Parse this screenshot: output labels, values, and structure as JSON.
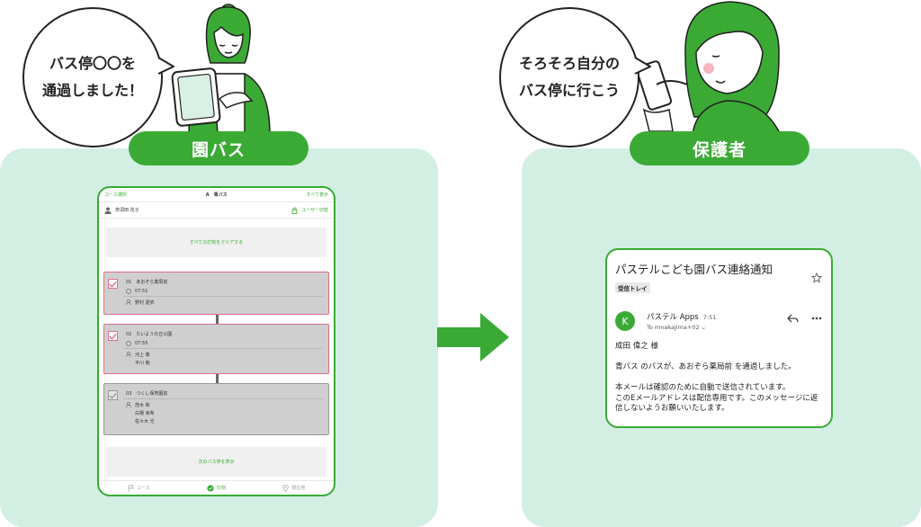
{
  "left": {
    "bubble_lines": [
      "バス停〇〇を",
      "通過しました！"
    ],
    "label": "園バス"
  },
  "right": {
    "bubble_lines": [
      "そろそろ自分の",
      "バス停に行こう"
    ],
    "label": "保護者"
  },
  "tablet": {
    "header_left": "コース選択",
    "header_title": "A　青バス",
    "header_right": "すべて表示",
    "user_name": "奈須田 花子",
    "user_mode": "ユーザー切替",
    "clear_label": "すべての打刻をクリアする",
    "stops": [
      {
        "name": "01　あおぞら薬局前",
        "time": "07:51",
        "children": [
          "野村 愛依"
        ],
        "state": "checked"
      },
      {
        "name": "02　たいようの丘公園",
        "time": "07:55",
        "children": [
          "河上 奏",
          "平川 勉"
        ],
        "state": "checked"
      },
      {
        "name": "03　つくし保育園前",
        "time": "",
        "children": [
          "茂木 和",
          "白場 幸希",
          "佐々木 光"
        ],
        "state": "pending"
      }
    ],
    "next_label": "次のバス停を表示",
    "tabs": [
      {
        "label": "コース",
        "icon": "flag-icon"
      },
      {
        "label": "打刻",
        "icon": "check-circle-icon"
      },
      {
        "label": "現在地",
        "icon": "location-pin-icon"
      }
    ]
  },
  "email": {
    "subject": "パステルこども園バス連絡通知",
    "badge": "受信トレイ",
    "avatar_letter": "K",
    "sender": "パステル Apps",
    "time": "7:51",
    "to": "To mnakajima+02 ⌄",
    "body_lines": [
      "成田 偉之 様",
      "",
      "青バス のバスが、あおぞら薬局前 を通過しました。",
      "",
      "本メールは確認のために自動で送信されています。",
      "このEメールアドレスは配信専用です。このメッセージに返",
      "信しないようお願いいたします。"
    ]
  },
  "colors": {
    "brand_green": "#3aaa35",
    "panel_mint": "#d3efe3",
    "checked_pink": "#e0708e"
  }
}
